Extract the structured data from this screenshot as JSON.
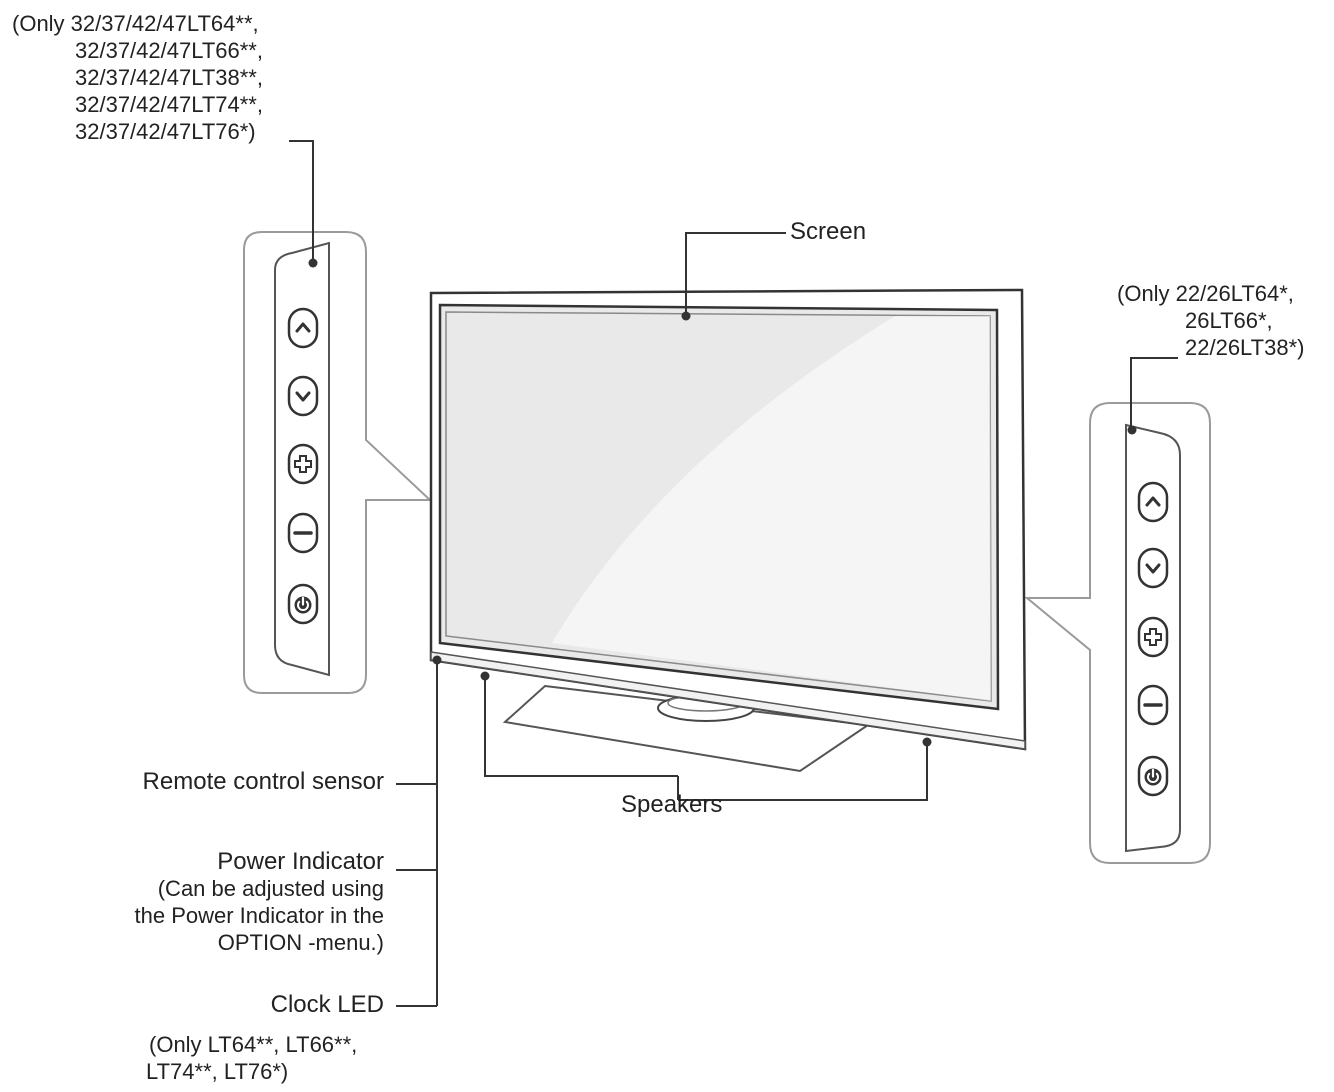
{
  "labels": {
    "large_models_note": [
      "(Only 32/37/42/47LT64**,",
      "32/37/42/47LT66**,",
      "32/37/42/47LT38**,",
      "32/37/42/47LT74**,",
      "32/37/42/47LT76*)"
    ],
    "small_models_note": [
      "(Only 22/26LT64*,",
      "26LT66*,",
      "22/26LT38*)"
    ],
    "screen": "Screen",
    "speakers": "Speakers",
    "remote_sensor": "Remote control sensor",
    "power_indicator": "Power Indicator",
    "power_indicator_note": [
      "(Can be adjusted using",
      "the Power Indicator in the",
      "OPTION -menu.)"
    ],
    "clock_led": "Clock LED",
    "clock_led_note": [
      "(Only LT64**, LT66**,",
      "LT74**,  LT76*)"
    ]
  },
  "control_panel_buttons": [
    "chevron-up-icon",
    "chevron-down-icon",
    "plus-icon",
    "minus-icon",
    "power-icon"
  ],
  "colors": {
    "line": "#333333",
    "panel_outline": "#9a9a9a",
    "screen_fill": "#e9e9e9"
  }
}
